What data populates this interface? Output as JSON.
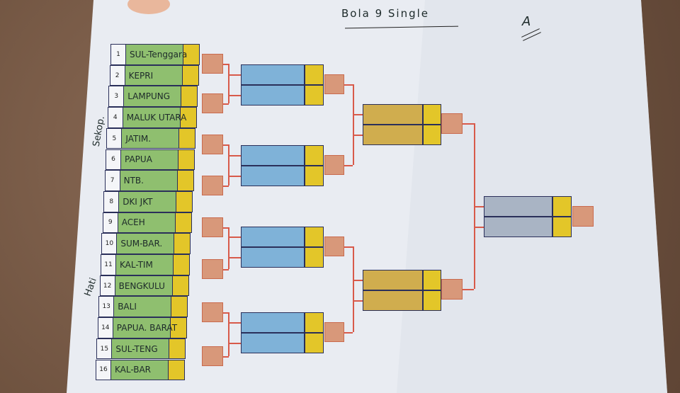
{
  "title": "Bola 9 Single",
  "group_label": "A",
  "side_labels": {
    "top": "Sekop.",
    "bottom": "Hati"
  },
  "teams": [
    {
      "no": "1",
      "name": "SUL-Tenggara"
    },
    {
      "no": "2",
      "name": "KEPRI"
    },
    {
      "no": "3",
      "name": "LAMPUNG"
    },
    {
      "no": "4",
      "name": "MALUK UTARA"
    },
    {
      "no": "5",
      "name": "JATIM."
    },
    {
      "no": "6",
      "name": "PAPUA"
    },
    {
      "no": "7",
      "name": "NTB."
    },
    {
      "no": "8",
      "name": "DKI JKT"
    },
    {
      "no": "9",
      "name": "ACEH"
    },
    {
      "no": "10",
      "name": "SUM-BAR."
    },
    {
      "no": "11",
      "name": "KAL-TIM"
    },
    {
      "no": "12",
      "name": "BENGKULU"
    },
    {
      "no": "13",
      "name": "BALI"
    },
    {
      "no": "14",
      "name": "PAPUA. BARAT"
    },
    {
      "no": "15",
      "name": "SUL-TENG"
    },
    {
      "no": "16",
      "name": "KAL-BAR"
    }
  ],
  "colors": {
    "team": "#8fbf6f",
    "score": "#e3c629",
    "winner": "#d8987a",
    "round2": "#7fb2d8",
    "round3": "#d0ad4e",
    "final": "#a9b4c4",
    "line": "#d85a4a"
  }
}
